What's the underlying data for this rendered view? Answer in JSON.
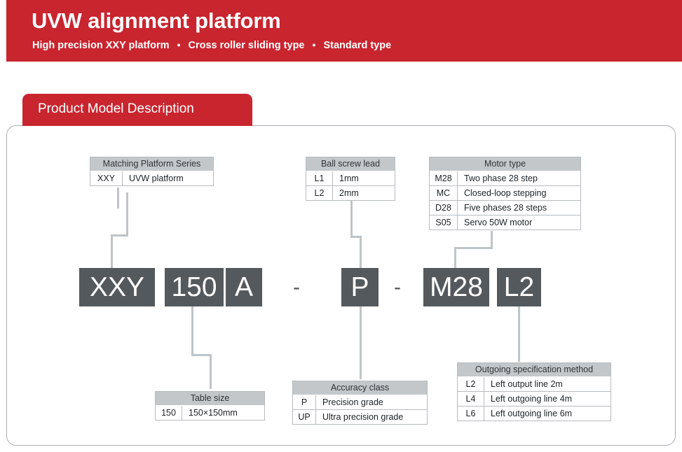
{
  "banner": {
    "title": "UVW alignment platform",
    "subtitle_parts": [
      "High precision XXY platform",
      "Cross roller sliding type",
      "Standard type"
    ],
    "separator": "•",
    "color": "#c8252f"
  },
  "section": {
    "tab_label": "Product Model Description",
    "tab_color": "#c8252f",
    "panel_border_color": "#a9adb2"
  },
  "model_code": {
    "blocks": [
      {
        "text": "XXY"
      },
      {
        "text": "150"
      },
      {
        "text": "A"
      },
      {
        "text": "P"
      },
      {
        "text": "M28"
      },
      {
        "text": "L2"
      }
    ],
    "dashes": [
      "-",
      "-"
    ],
    "block_color": "#54595e",
    "text_color": "#ffffff"
  },
  "tables": {
    "matching_platform_series": {
      "header": "Matching Platform Series",
      "rows": [
        {
          "code": "XXY",
          "desc": "UVW platform"
        }
      ]
    },
    "ball_screw_lead": {
      "header": "Ball screw lead",
      "rows": [
        {
          "code": "L1",
          "desc": "1mm"
        },
        {
          "code": "L2",
          "desc": "2mm"
        }
      ]
    },
    "motor_type": {
      "header": "Motor type",
      "rows": [
        {
          "code": "M28",
          "desc": "Two phase 28 step"
        },
        {
          "code": "MC",
          "desc": "Closed-loop stepping"
        },
        {
          "code": "D28",
          "desc": "Five phases 28 steps"
        },
        {
          "code": "S05",
          "desc": "Servo 50W motor"
        }
      ]
    },
    "table_size": {
      "header": "Table size",
      "rows": [
        {
          "code": "150",
          "desc": "150×150mm"
        }
      ]
    },
    "accuracy_class": {
      "header": "Accuracy class",
      "rows": [
        {
          "code": "P",
          "desc": "Precision grade"
        },
        {
          "code": "UP",
          "desc": "Ultra precision grade"
        }
      ]
    },
    "outgoing_specification_method": {
      "header": "Outgoing specification method",
      "rows": [
        {
          "code": "L2",
          "desc": "Left output line 2m"
        },
        {
          "code": "L4",
          "desc": "Left outgoing line 4m"
        },
        {
          "code": "L6",
          "desc": "Left outgoing line 6m"
        }
      ]
    }
  }
}
